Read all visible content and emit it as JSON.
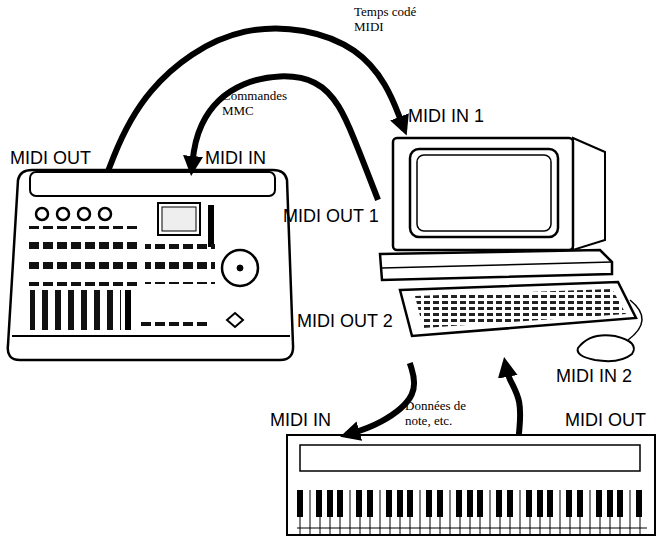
{
  "diagram": {
    "nodes": [
      {
        "text": [
          "MIDI OUT",
          "MIDI IN"
        ]
      },
      {
        "text": [
          "MIDI IN 1",
          "MIDI OUT 1",
          "MIDI OUT 2",
          "MIDI IN 2"
        ]
      },
      {
        "text": [
          "MIDI IN",
          "MIDI OUT"
        ]
      }
    ],
    "edges": [
      {
        "from": 0,
        "to": 1,
        "label": "Temps codé MIDI",
        "arrow": "to"
      },
      {
        "from": 1,
        "to": 0,
        "label": "Commandes MMC",
        "arrow": "to"
      },
      {
        "from": 1,
        "to": 2,
        "arrow": "to"
      },
      {
        "from": 2,
        "to": 1,
        "arrow": "to"
      }
    ],
    "labels": [
      "Données de note, etc."
    ]
  }
}
